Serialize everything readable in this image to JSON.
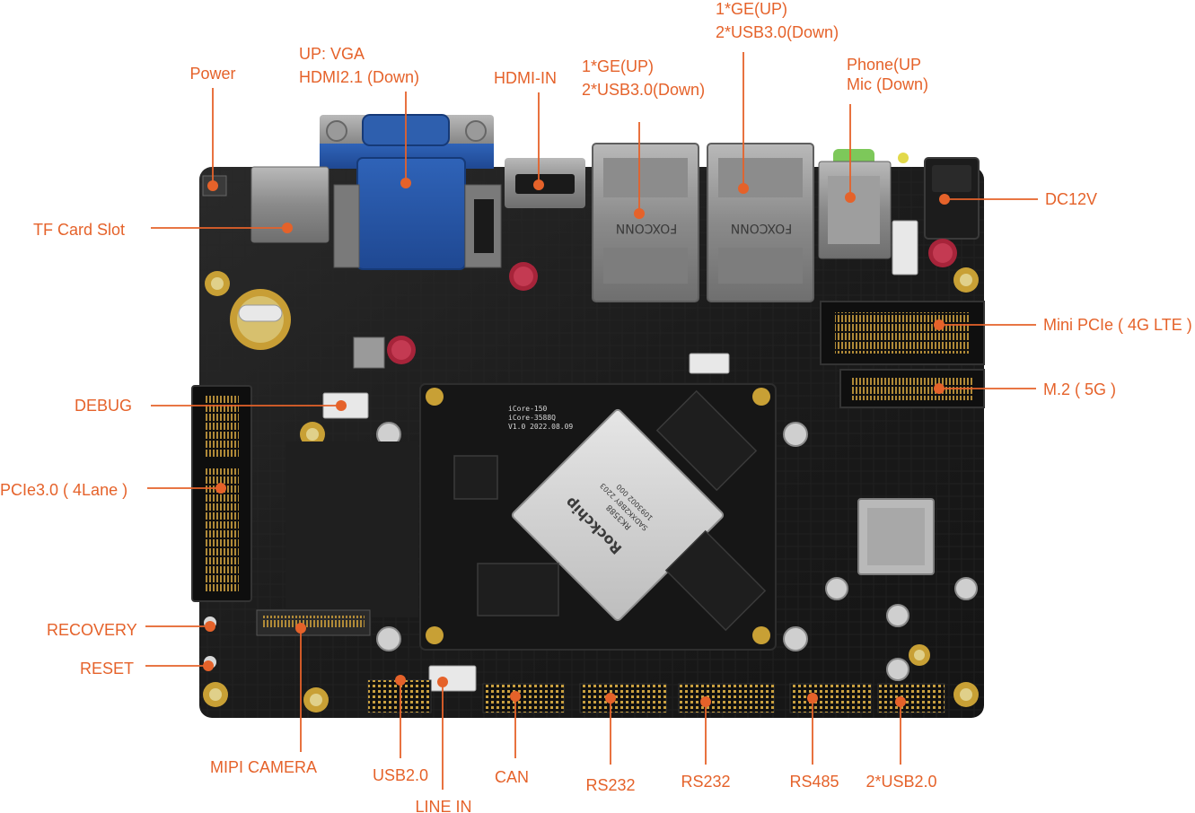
{
  "diagram": {
    "accent_color": "#e5622a",
    "callouts": [
      {
        "id": "power",
        "lines": [
          "Power"
        ]
      },
      {
        "id": "vga-hdmi",
        "lines": [
          "UP: VGA",
          "HDMI2.1 (Down)"
        ]
      },
      {
        "id": "hdmi-in",
        "lines": [
          "HDMI-IN"
        ]
      },
      {
        "id": "ge-usb3-a",
        "lines": [
          "1*GE(UP)",
          "2*USB3.0(Down)"
        ]
      },
      {
        "id": "ge-usb3-b",
        "lines": [
          "1*GE(UP)",
          "2*USB3.0(Down)"
        ]
      },
      {
        "id": "phone-mic",
        "lines": [
          "Phone(UP",
          "Mic (Down)"
        ]
      },
      {
        "id": "dc12v",
        "lines": [
          "DC12V"
        ]
      },
      {
        "id": "tf-card",
        "lines": [
          "TF Card Slot"
        ]
      },
      {
        "id": "mini-pcie",
        "lines": [
          "Mini PCIe ( 4G LTE )"
        ]
      },
      {
        "id": "m2",
        "lines": [
          "M.2 ( 5G )"
        ]
      },
      {
        "id": "debug",
        "lines": [
          "DEBUG"
        ]
      },
      {
        "id": "pcie",
        "lines": [
          "PCIe3.0 ( 4Lane )"
        ]
      },
      {
        "id": "recovery",
        "lines": [
          "RECOVERY"
        ]
      },
      {
        "id": "reset",
        "lines": [
          "RESET"
        ]
      },
      {
        "id": "mipi-camera",
        "lines": [
          "MIPI CAMERA"
        ]
      },
      {
        "id": "usb2",
        "lines": [
          "USB2.0"
        ]
      },
      {
        "id": "line-in",
        "lines": [
          "LINE IN"
        ]
      },
      {
        "id": "can",
        "lines": [
          "CAN"
        ]
      },
      {
        "id": "rs232-a",
        "lines": [
          "RS232"
        ]
      },
      {
        "id": "rs232-b",
        "lines": [
          "RS232"
        ]
      },
      {
        "id": "rs485",
        "lines": [
          "RS485"
        ]
      },
      {
        "id": "usb2-x2",
        "lines": [
          "2*USB2.0"
        ]
      }
    ]
  }
}
